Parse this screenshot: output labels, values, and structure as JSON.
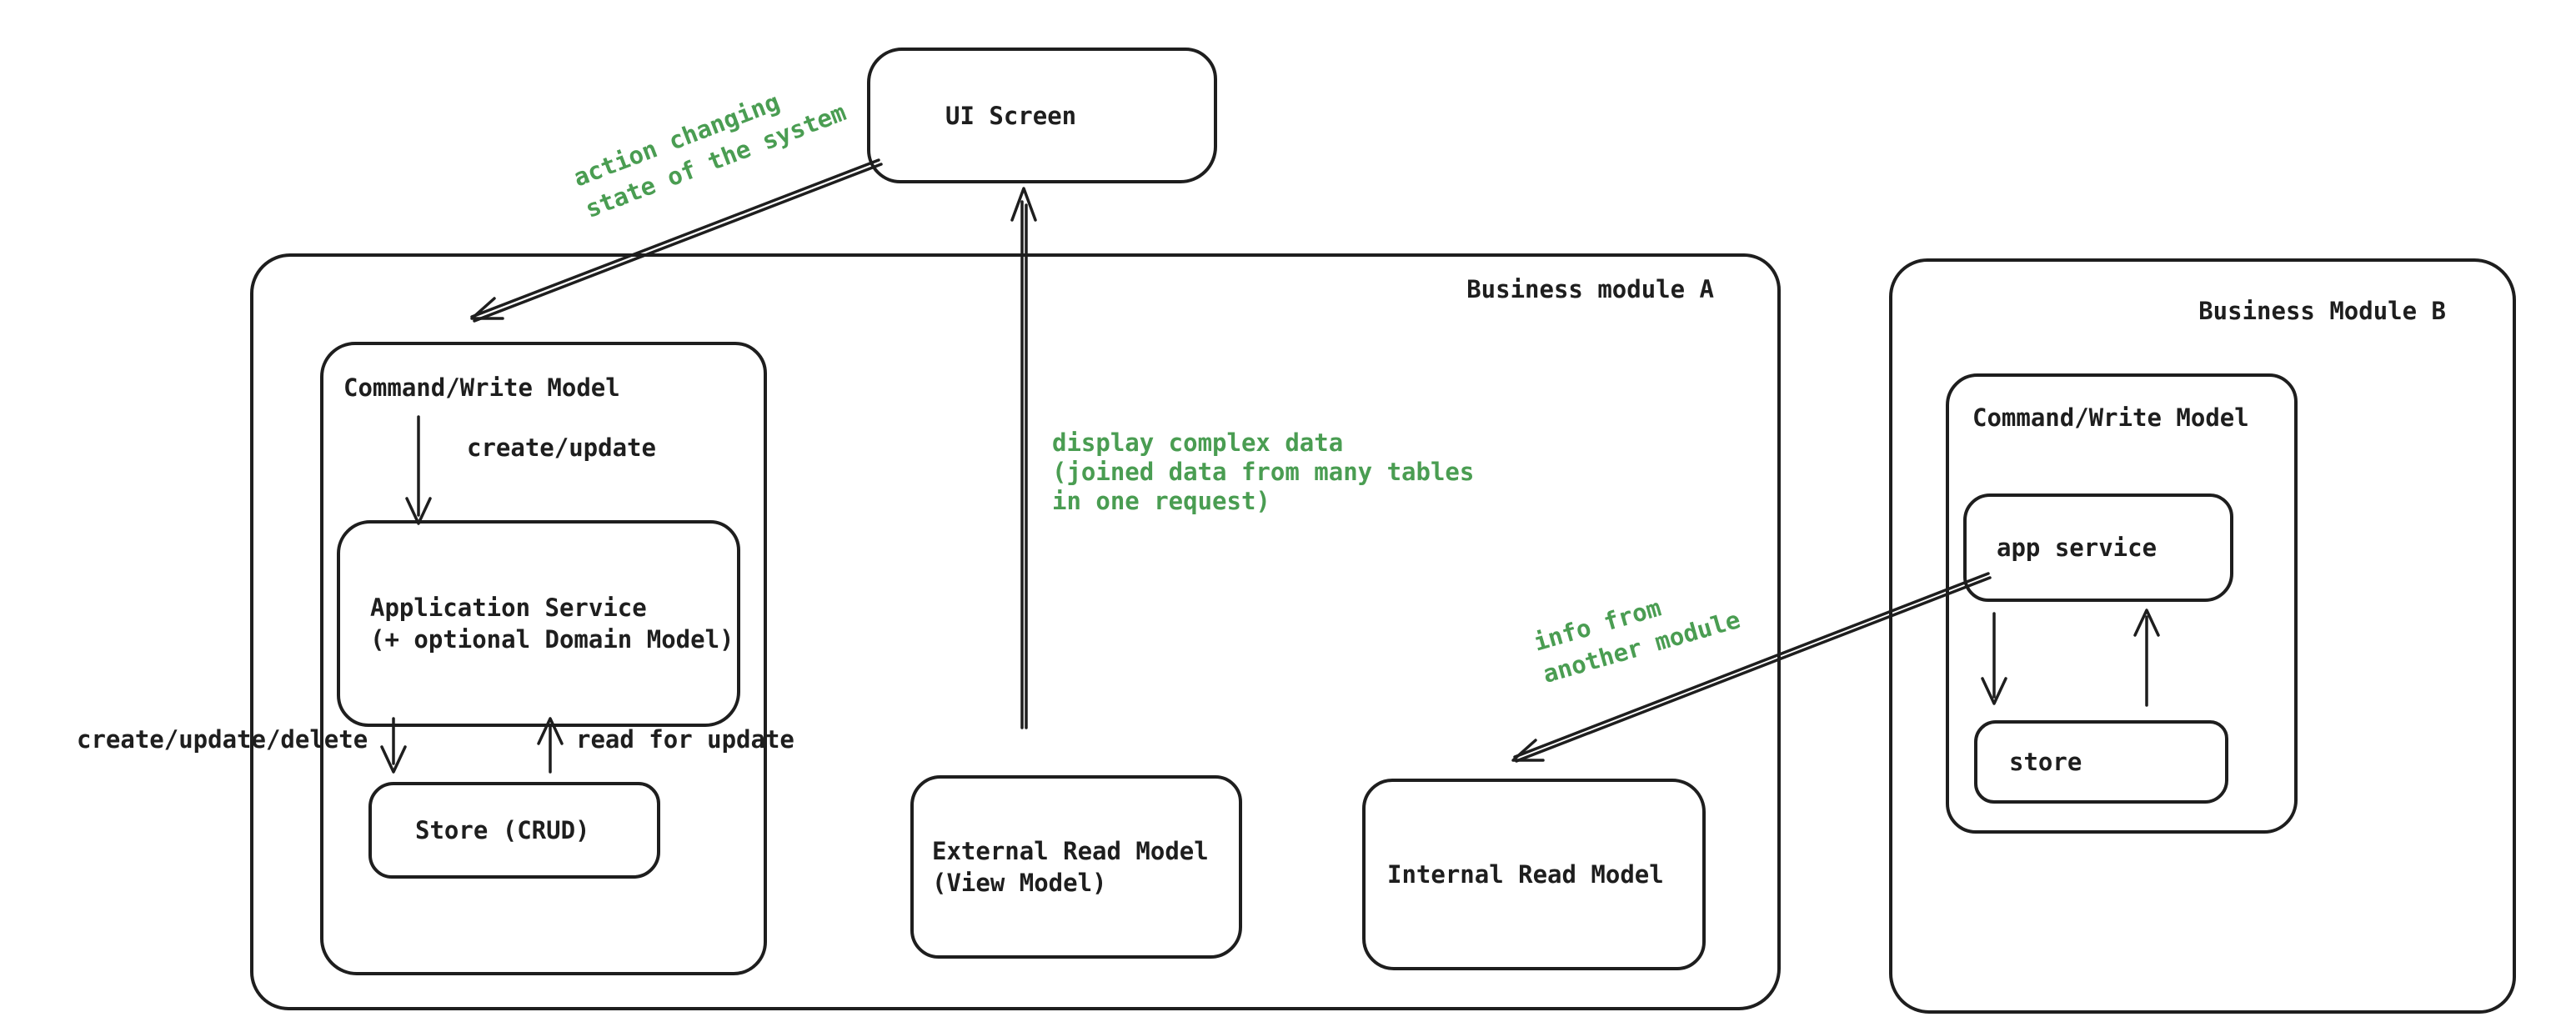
{
  "colors": {
    "ink": "#1e1e1e",
    "green": "#4a9d52",
    "background": "#ffffff"
  },
  "ui_screen": {
    "label": "UI Screen"
  },
  "module_a": {
    "title": "Business module A",
    "command_write": {
      "title": "Command/Write Model",
      "application_service": {
        "line1": "Application Service",
        "line2": "(+ optional Domain Model)"
      },
      "store": {
        "label": "Store (CRUD)"
      }
    },
    "external_read_model": {
      "line1": "External Read Model",
      "line2": "(View Model)"
    },
    "internal_read_model": {
      "label": "Internal Read Model"
    },
    "edge_labels": {
      "create_update": "create/update",
      "create_update_delete": "create/update/delete",
      "read_for_update": "read for update"
    }
  },
  "module_b": {
    "title": "Business Module B",
    "command_write": {
      "title": "Command/Write Model",
      "app_service": {
        "label": "app service"
      },
      "store": {
        "label": "store"
      }
    }
  },
  "annotations": {
    "action": {
      "line1": "action changing",
      "line2": "state of the system"
    },
    "display": {
      "line1": "display complex data",
      "line2": "(joined data from many tables",
      "line3": "in one request)"
    },
    "info": {
      "line1": "info from",
      "line2": "another module"
    }
  }
}
